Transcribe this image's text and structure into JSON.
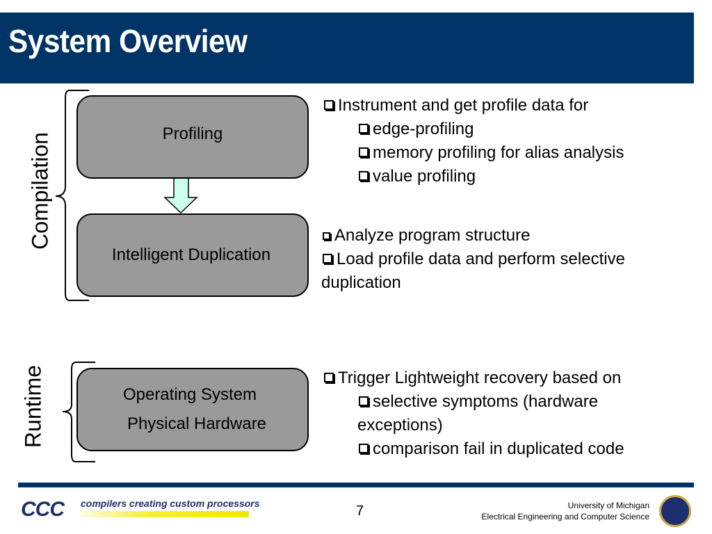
{
  "title": "System Overview",
  "compilation_label": "Compilation",
  "runtime_label": "Runtime",
  "boxes": {
    "profiling": "Profiling",
    "duplication": "Intelligent Duplication",
    "os": "Operating System",
    "hardware": "Physical Hardware"
  },
  "profiling_bullets": {
    "main": "Instrument and get profile data for",
    "sub": [
      "edge-profiling",
      "memory profiling for alias analysis",
      "value profiling"
    ]
  },
  "duplication_bullets": {
    "analyze": "Analyze program structure",
    "load_line1": "Load profile data and  perform selective",
    "load_line2": "duplication"
  },
  "runtime_bullets": {
    "main": "Trigger Lightweight recovery based on",
    "sub1_line1": "selective symptoms (hardware",
    "sub1_line2": "exceptions)",
    "sub2": "comparison fail in duplicated code"
  },
  "footer": {
    "logo": "CCC",
    "slogan": "compilers creating custom processors",
    "page_number": "7",
    "university": "University of Michigan",
    "department": "Electrical Engineering and Computer Science"
  },
  "colors": {
    "title_bar": "#003366",
    "box_fill": "#9a9a9a",
    "arrow_fill": "#ccffee"
  }
}
